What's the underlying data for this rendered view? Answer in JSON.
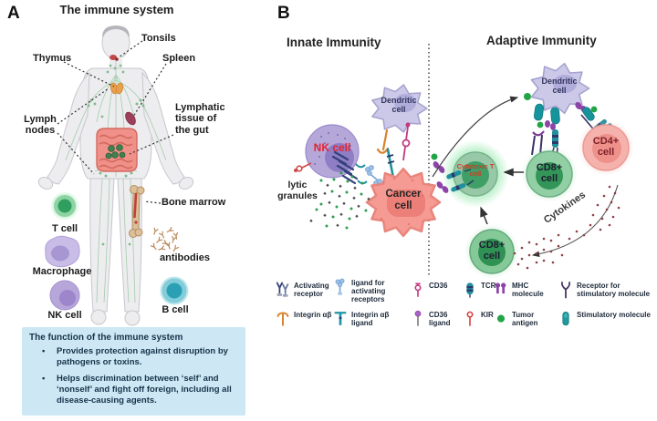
{
  "panelA": {
    "label": "A",
    "title": "The immune system",
    "organs": {
      "tonsils": "Tonsils",
      "thymus": "Thymus",
      "spleen": "Spleen",
      "lymphNodes": "Lymph nodes",
      "lymphaticTissue": "Lymphatic tissue of the gut",
      "boneMarrow": "Bone marrow"
    },
    "cells": {
      "tCell": "T cell",
      "macrophage": "Macrophage",
      "nkCell": "NK cell",
      "antibodies": "antibodies",
      "bCell": "B cell"
    },
    "functionBox": {
      "title": "The function  of the immune system",
      "bullets": [
        "Provides protection against disruption by pathogens or toxins.",
        "Helps discrimination between ‘self’ and ‘nonself’ and fight off foreign, including all disease-causing agents."
      ]
    }
  },
  "panelB": {
    "label": "B",
    "innateHeading": "Innate Immunity",
    "adaptiveHeading": "Adaptive Immunity",
    "cells": {
      "nk": "NK cell",
      "dendriticInnate": "Dendritic cell",
      "cancer": "Cancer cell",
      "cytotoxic": "Cytotoxic T cell",
      "cd8Upper": "CD8+ cell",
      "cd4": "CD4+ cell",
      "cd8Lower": "CD8+ cell",
      "dendriticAdaptive": "Dendritic cell"
    },
    "annotations": {
      "lyticGranules": "lytic granules",
      "cytokines": "Cytokines"
    }
  },
  "legend": {
    "items": [
      {
        "id": "activating-receptor",
        "label": "Activating receptor"
      },
      {
        "id": "ligand-for-activating-receptors",
        "label": "ligand for activating receptors"
      },
      {
        "id": "cd36",
        "label": "CD36"
      },
      {
        "id": "tcr",
        "label": "TCR"
      },
      {
        "id": "mhc-molecule",
        "label": "MHC molecule"
      },
      {
        "id": "receptor-for-stimulatory-molecule",
        "label": "Receptor for stimulatory molecule"
      },
      {
        "id": "integrin-ab",
        "label": "Integrin αβ"
      },
      {
        "id": "integrin-ab-ligand",
        "label": "Integrin αβ ligand"
      },
      {
        "id": "cd36-ligand",
        "label": "CD36 ligand"
      },
      {
        "id": "kir",
        "label": "KIR"
      },
      {
        "id": "tumor-antigen",
        "label": "Tumor antigen"
      },
      {
        "id": "stimulatory-molecule",
        "label": "Stimulatory molecule"
      }
    ]
  },
  "colors": {
    "functionBoxBg": "#cde8f4",
    "nkLabelRed": "#e8232e",
    "cytotoxicLabelRed": "#cf3a23",
    "cd4LabelMaroon": "#7e1f28",
    "tCellGreen": "#2f9e5f",
    "nkPurple": "#b5a8d9",
    "bCellTeal": "#2ba0b5",
    "cancerPink": "#f59b93",
    "dendriticLavender": "#cbc8e8",
    "tumorAntigenGreen": "#22a447",
    "tcrTeal": "#1f909e",
    "mhcPurple": "#8d44a8",
    "integrinOrange": "#d9842f",
    "kirRed": "#d64545",
    "cytokineMaroon": "#8d4046"
  }
}
